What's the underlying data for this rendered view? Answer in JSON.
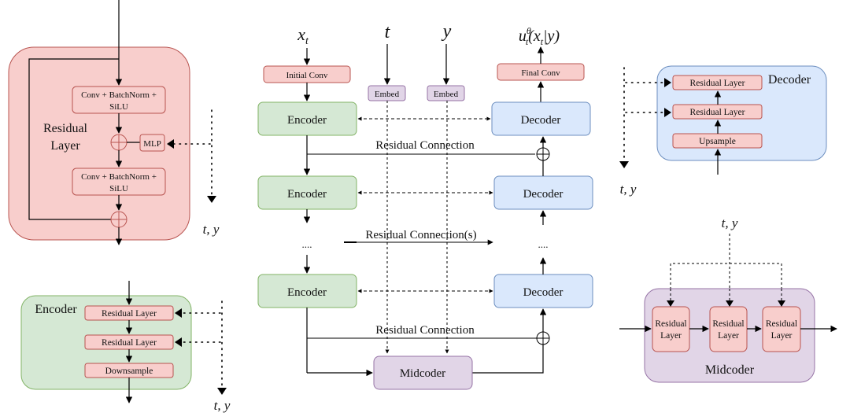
{
  "colors": {
    "red_fill": "#f8cecc",
    "red_stroke": "#b85450",
    "green_fill": "#d5e8d4",
    "green_stroke": "#82b366",
    "blue_fill": "#dae8fc",
    "blue_stroke": "#6c8ebf",
    "purple_fill": "#e1d5e7",
    "purple_stroke": "#9673a6",
    "line": "#000000"
  },
  "residual_layer_detail": {
    "title_line1": "Residual",
    "title_line2": "Layer",
    "conv1_line1": "Conv + BatchNorm +",
    "conv1_line2": "SiLU",
    "mlp": "MLP",
    "conv2_line1": "Conv + BatchNorm +",
    "conv2_line2": "SiLU",
    "cond_label": "t, y"
  },
  "encoder_detail": {
    "title": "Encoder",
    "layers": [
      "Residual Layer",
      "Residual Layer",
      "Downsample"
    ],
    "cond_label": "t, y"
  },
  "decoder_detail": {
    "title": "Decoder",
    "layers": [
      "Residual Layer",
      "Residual Layer",
      "Upsample"
    ],
    "cond_label": "t, y"
  },
  "midcoder_detail": {
    "title": "Midcoder",
    "layers": [
      {
        "line1": "Residual",
        "line2": "Layer"
      },
      {
        "line1": "Residual",
        "line2": "Layer"
      },
      {
        "line1": "Residual",
        "line2": "Layer"
      }
    ],
    "cond_label": "t, y"
  },
  "main": {
    "input_xt": "x",
    "input_xt_sub": "t",
    "input_t": "t",
    "input_y": "y",
    "output_u": "u",
    "output_sup": "θ",
    "output_sub": "t",
    "output_args": "(x",
    "output_args_sub": "t",
    "output_args_end": "|y)",
    "initial_conv": "Initial Conv",
    "final_conv": "Final Conv",
    "embed_t": "Embed",
    "embed_y": "Embed",
    "encoders": [
      "Encoder",
      "Encoder",
      "Encoder"
    ],
    "decoders": [
      "Decoder",
      "Decoder",
      "Decoder"
    ],
    "midcoder": "Midcoder",
    "ellipsis_left": "....",
    "ellipsis_right": "....",
    "residual_top": "Residual Connection",
    "residual_middle": "Residual Connection(s)",
    "residual_bottom": "Residual Connection"
  }
}
